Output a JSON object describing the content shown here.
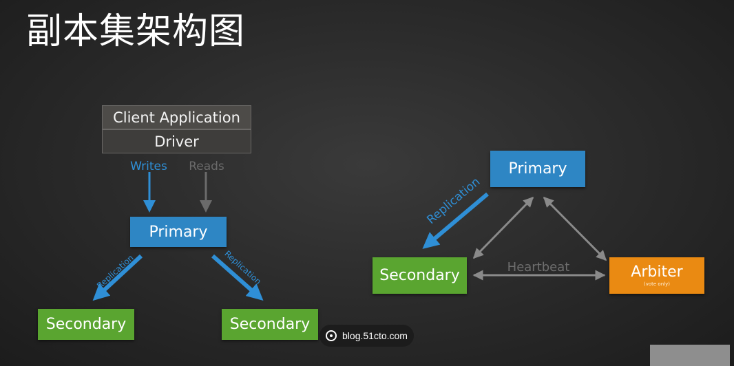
{
  "title": "副本集架构图",
  "left": {
    "client_label": "Client Application",
    "driver_label": "Driver",
    "writes_label": "Writes",
    "reads_label": "Reads",
    "primary_label": "Primary",
    "replication_left": "Replication",
    "replication_right": "Replication",
    "secondary_left": "Secondary",
    "secondary_right": "Secondary"
  },
  "right": {
    "primary_label": "Primary",
    "replication_label": "Replication",
    "secondary_label": "Secondary",
    "heartbeat_label": "Heartbeat",
    "arbiter_label": "Arbiter",
    "arbiter_note": "(vote only)"
  },
  "watermark": {
    "text": "blog.51cto.com",
    "icon": "globe-icon"
  },
  "colors": {
    "primary": "#2e86c4",
    "secondary": "#5aa530",
    "arbiter": "#ea8a12",
    "writes": "#2f8fd6",
    "reads": "#6b6b6b",
    "heartbeat": "#8a8a8a"
  }
}
